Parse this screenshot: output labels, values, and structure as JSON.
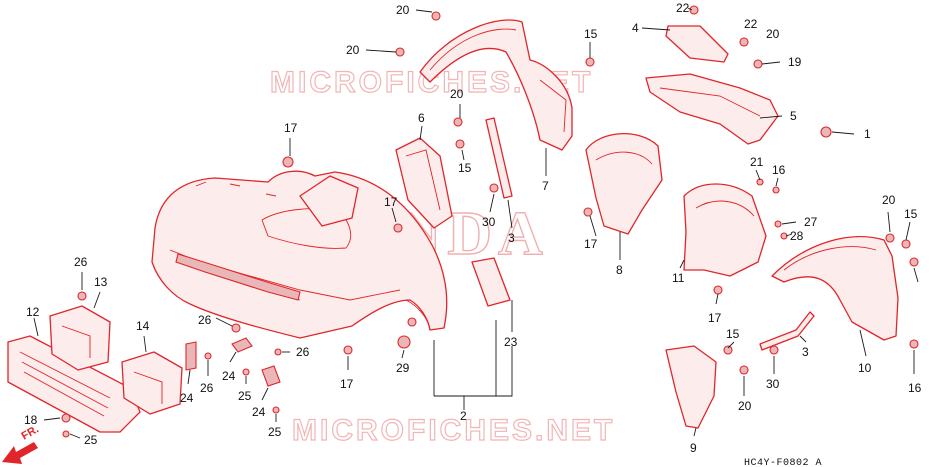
{
  "watermark_text": "MICROFICHES.NET",
  "watermark_brand": "HONDA",
  "diagram_code": "HC4Y-F0802 A",
  "direction_label": "FR.",
  "colors": {
    "part_line": "#e0262a",
    "part_fill": "#fdecec",
    "watermark": "#f2b5b5",
    "callout_text": "#111111"
  },
  "callouts": {
    "c1": "1",
    "c2": "2",
    "c3a": "3",
    "c3b": "3",
    "c4": "4",
    "c5": "5",
    "c6": "6",
    "c7": "7",
    "c8": "8",
    "c9": "9",
    "c10": "10",
    "c11": "11",
    "c12": "12",
    "c13": "13",
    "c14": "14",
    "c15a": "15",
    "c15b": "15",
    "c15c": "15",
    "c15d": "15",
    "c16a": "16",
    "c16b": "16",
    "c17a": "17",
    "c17b": "17",
    "c17c": "17",
    "c17d": "17",
    "c17e": "17",
    "c18": "18",
    "c19": "19",
    "c20a": "20",
    "c20b": "20",
    "c20c": "20",
    "c20d": "20",
    "c20e": "20",
    "c20f": "20",
    "c21": "21",
    "c22a": "22",
    "c22b": "22",
    "c23": "23",
    "c24a": "24",
    "c24b": "24",
    "c24c": "24",
    "c25a": "25",
    "c25b": "25",
    "c25c": "25",
    "c26a": "26",
    "c26b": "26",
    "c26c": "26",
    "c26d": "26",
    "c27": "27",
    "c28": "28",
    "c29": "29",
    "c30a": "30",
    "c30b": "30"
  }
}
